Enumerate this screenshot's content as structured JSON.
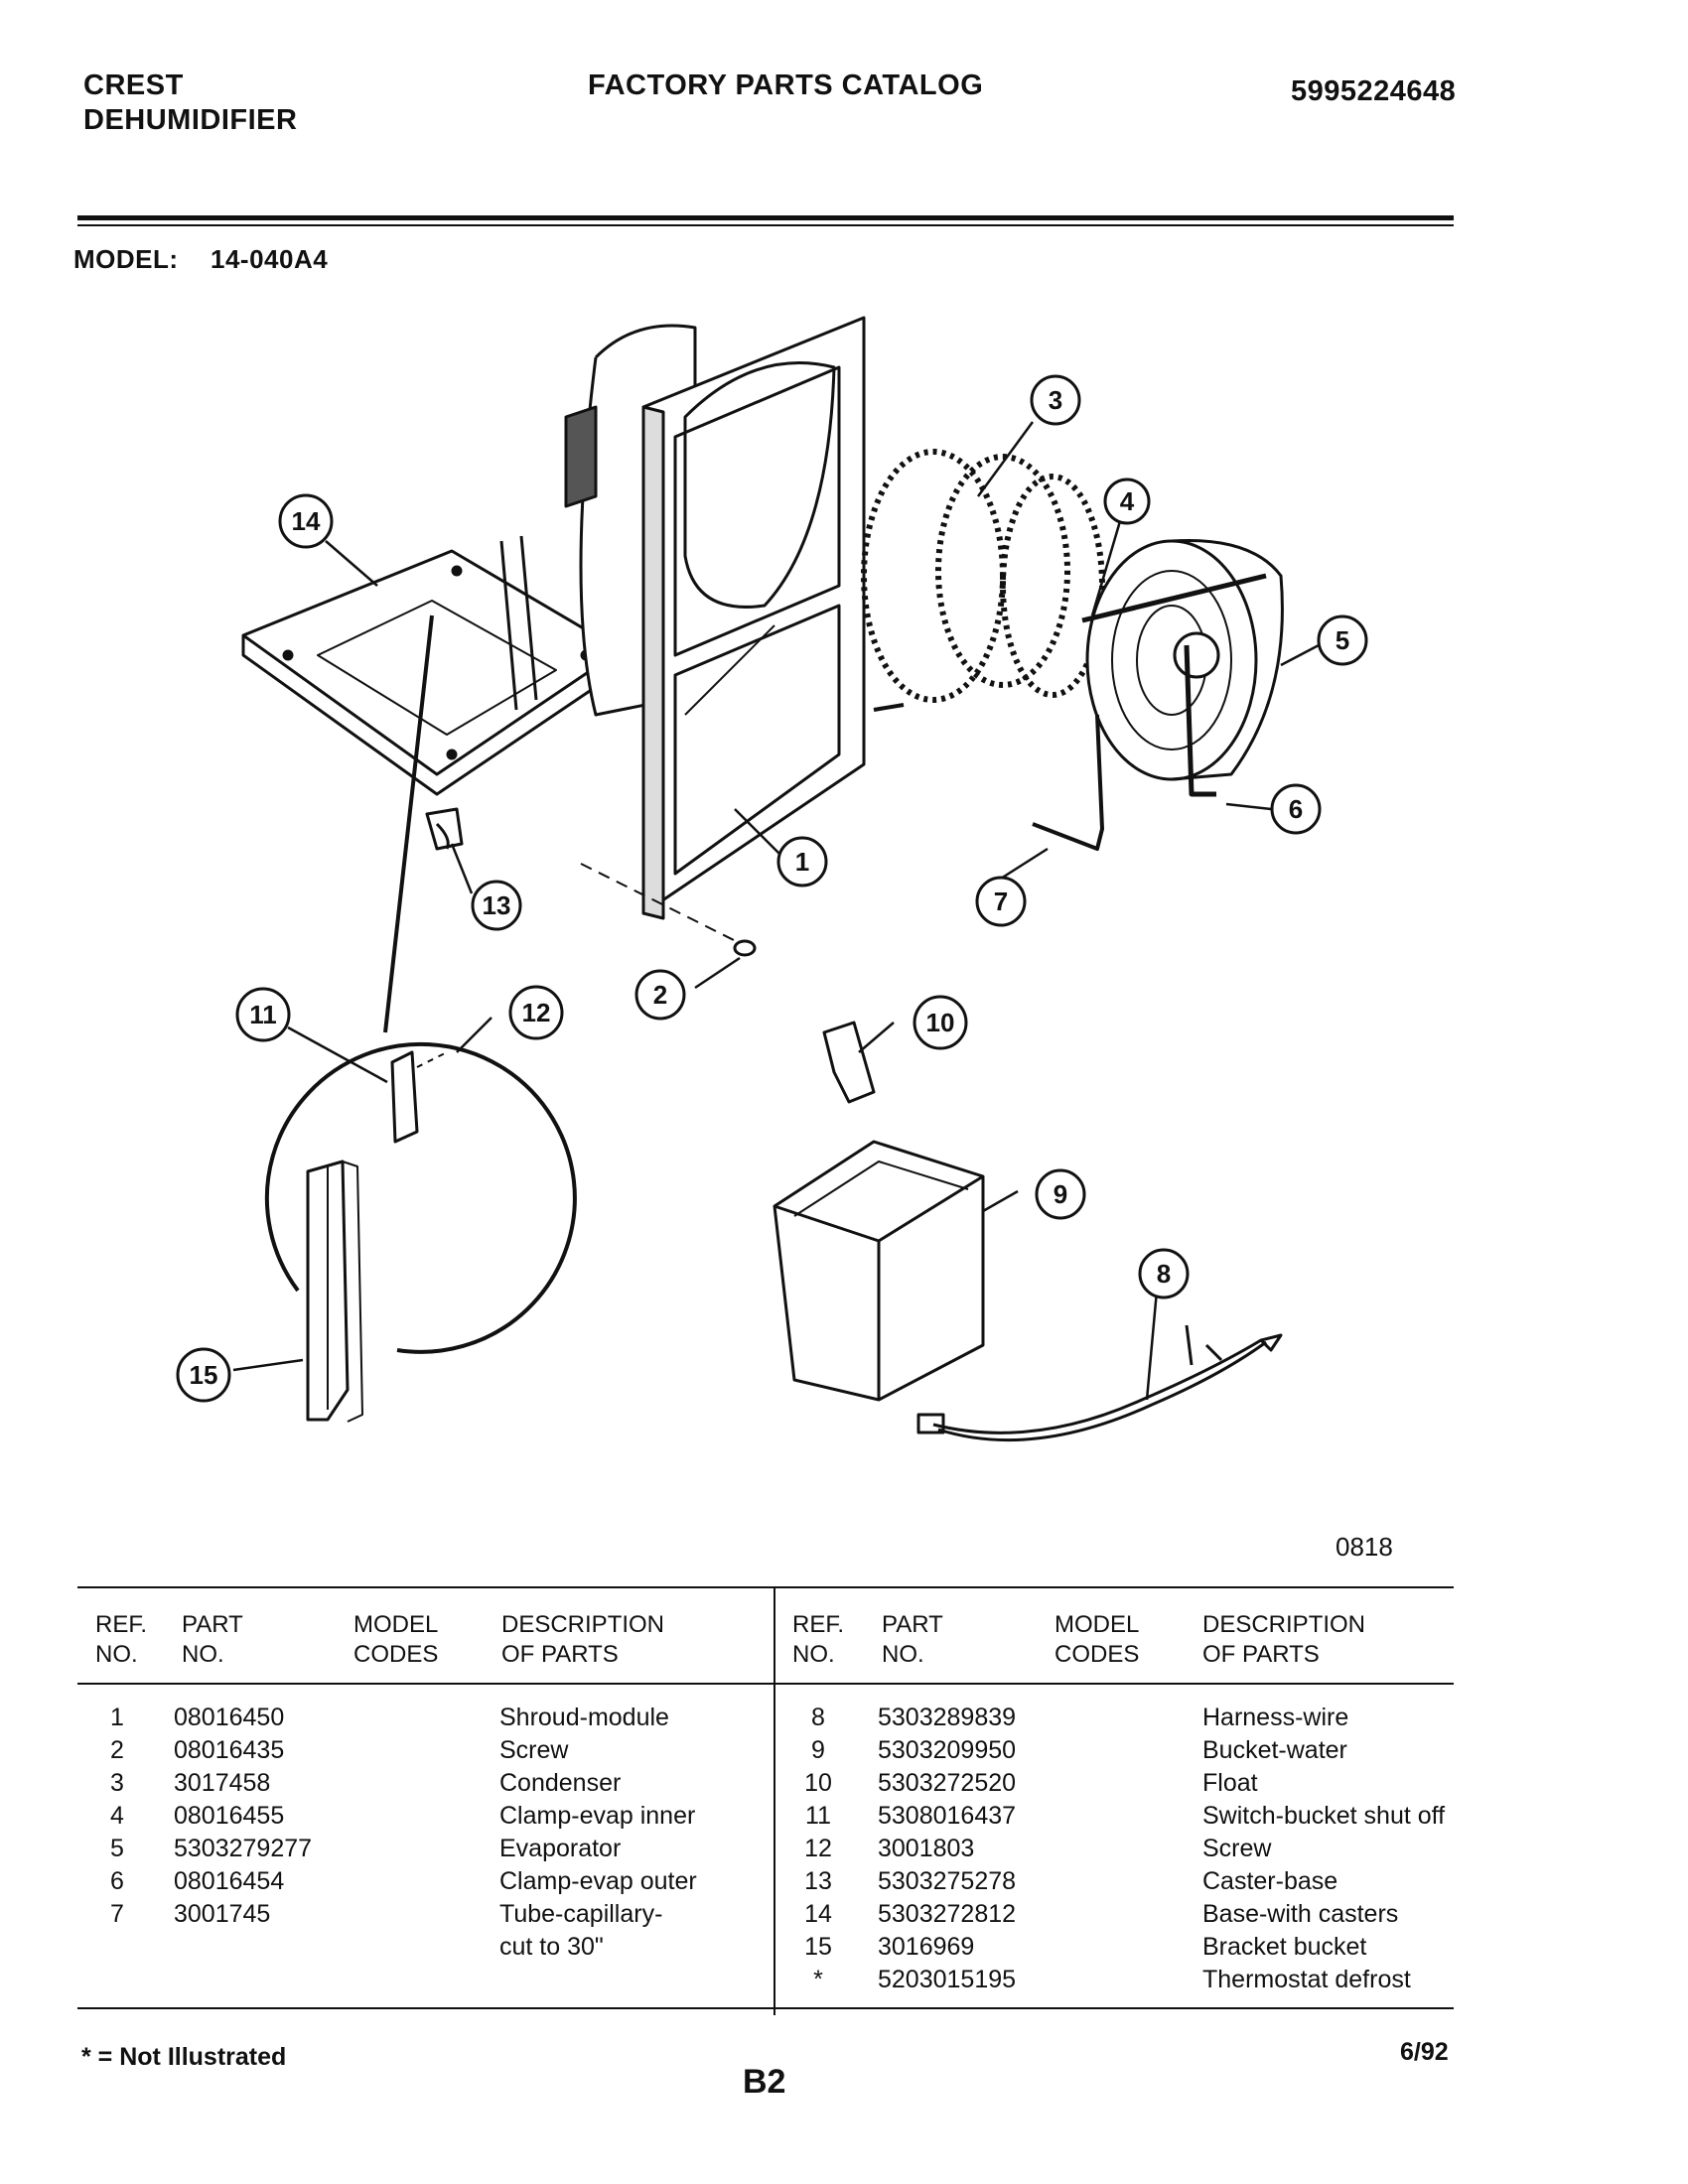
{
  "header": {
    "brand": "CREST",
    "product": "DEHUMIDIFIER",
    "catalog_title": "FACTORY PARTS CATALOG",
    "catalog_number": "5995224648",
    "model_label": "MODEL:",
    "model_value": "14-040A4"
  },
  "diagram": {
    "callouts": [
      "1",
      "2",
      "3",
      "4",
      "5",
      "6",
      "7",
      "8",
      "9",
      "10",
      "11",
      "12",
      "13",
      "14",
      "15"
    ],
    "drawing_number": "0818"
  },
  "table": {
    "headers": {
      "ref": [
        "REF.",
        "NO."
      ],
      "part": [
        "PART",
        "NO."
      ],
      "model": [
        "MODEL",
        "CODES"
      ],
      "desc": [
        "DESCRIPTION",
        "OF PARTS"
      ]
    },
    "left_rows": [
      {
        "ref": "1",
        "part": "08016450",
        "codes": "",
        "desc": "Shroud-module"
      },
      {
        "ref": "2",
        "part": "08016435",
        "codes": "",
        "desc": "Screw"
      },
      {
        "ref": "3",
        "part": "3017458",
        "codes": "",
        "desc": "Condenser"
      },
      {
        "ref": "4",
        "part": "08016455",
        "codes": "",
        "desc": "Clamp-evap inner"
      },
      {
        "ref": "5",
        "part": "5303279277",
        "codes": "",
        "desc": "Evaporator"
      },
      {
        "ref": "6",
        "part": "08016454",
        "codes": "",
        "desc": "Clamp-evap outer"
      },
      {
        "ref": "7",
        "part": "3001745",
        "codes": "",
        "desc": "Tube-capillary-"
      },
      {
        "ref": "",
        "part": "",
        "codes": "",
        "desc": "cut to 30\""
      }
    ],
    "right_rows": [
      {
        "ref": "8",
        "part": "5303289839",
        "codes": "",
        "desc": "Harness-wire"
      },
      {
        "ref": "9",
        "part": "5303209950",
        "codes": "",
        "desc": "Bucket-water"
      },
      {
        "ref": "10",
        "part": "5303272520",
        "codes": "",
        "desc": "Float"
      },
      {
        "ref": "11",
        "part": "5308016437",
        "codes": "",
        "desc": "Switch-bucket shut off"
      },
      {
        "ref": "12",
        "part": "3001803",
        "codes": "",
        "desc": "Screw"
      },
      {
        "ref": "13",
        "part": "5303275278",
        "codes": "",
        "desc": "Caster-base"
      },
      {
        "ref": "14",
        "part": "5303272812",
        "codes": "",
        "desc": "Base-with casters"
      },
      {
        "ref": "15",
        "part": "3016969",
        "codes": "",
        "desc": "Bracket bucket"
      },
      {
        "ref": "*",
        "part": "5203015195",
        "codes": "",
        "desc": "Thermostat defrost"
      }
    ]
  },
  "footer": {
    "note": "* = Not Illustrated",
    "page": "B2",
    "date": "6/92"
  }
}
